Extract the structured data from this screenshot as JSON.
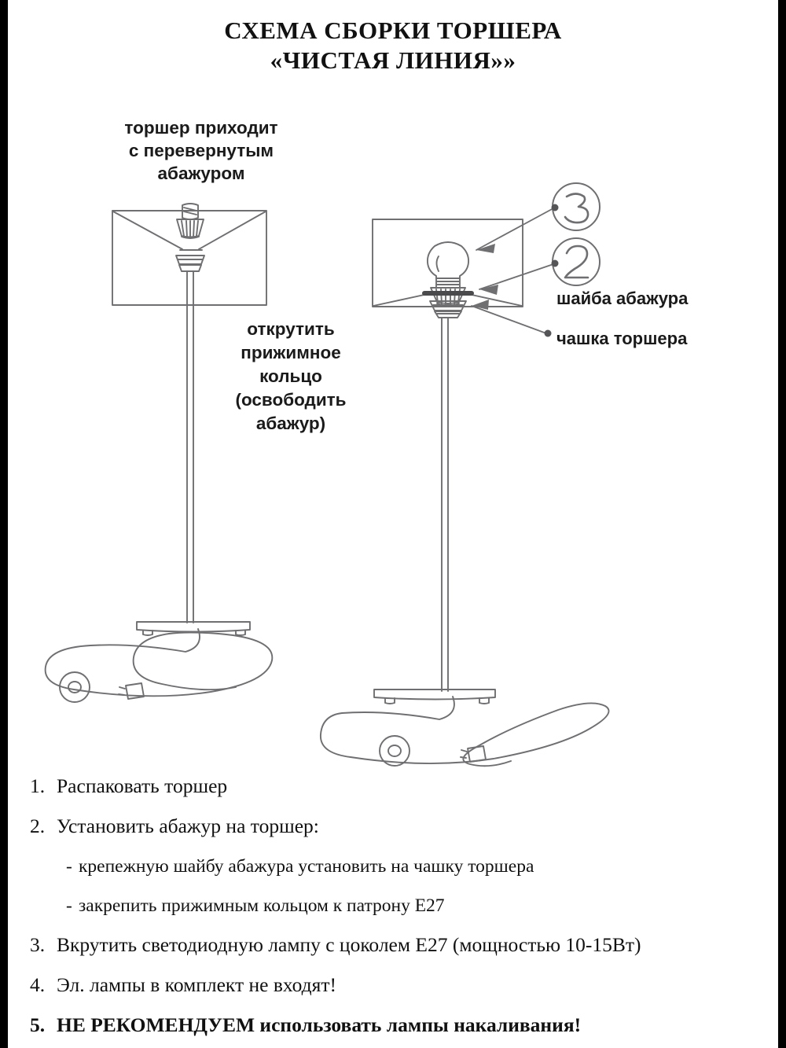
{
  "title": {
    "line1": "СХЕМА СБОРКИ ТОРШЕРА",
    "line2": "«ЧИСТАЯ ЛИНИЯ»»"
  },
  "annotations": {
    "inverted_shade": {
      "line1": "торшер приходит",
      "line2": "с перевернутым",
      "line3": "абажуром"
    },
    "unscrew_ring": {
      "line1": "открутить",
      "line2": "прижимное",
      "line3": "кольцо",
      "line4": "(освободить",
      "line5": "абажур)"
    },
    "shade_washer_label": "шайба абажура",
    "lamp_cup_label": "чашка торшера"
  },
  "callouts": {
    "bulb": "3",
    "ring": "2"
  },
  "steps": [
    {
      "num": "1.",
      "text": "Распаковать торшер",
      "kind": "main"
    },
    {
      "num": "2.",
      "text": "Установить абажур на торшер:",
      "kind": "main"
    },
    {
      "num": "-",
      "text": "крепежную шайбу абажура установить на чашку торшера",
      "kind": "sub"
    },
    {
      "num": "-",
      "text": "закрепить прижимным кольцом к патрону Е27",
      "kind": "sub"
    },
    {
      "num": "3.",
      "text": "Вкрутить светодиодную лампу с цоколем Е27 (мощностью 10-15Вт)",
      "kind": "main"
    },
    {
      "num": "4.",
      "text": "Эл. лампы в комплект не входят!",
      "kind": "main"
    },
    {
      "num": "5.",
      "text": "НЕ РЕКОМЕНДУЕМ использовать лампы накаливания!",
      "kind": "strong"
    }
  ],
  "colors": {
    "page_background": "#ffffff",
    "letterbox": "#000000",
    "text": "#111111",
    "line_art": "#6f6f72"
  }
}
